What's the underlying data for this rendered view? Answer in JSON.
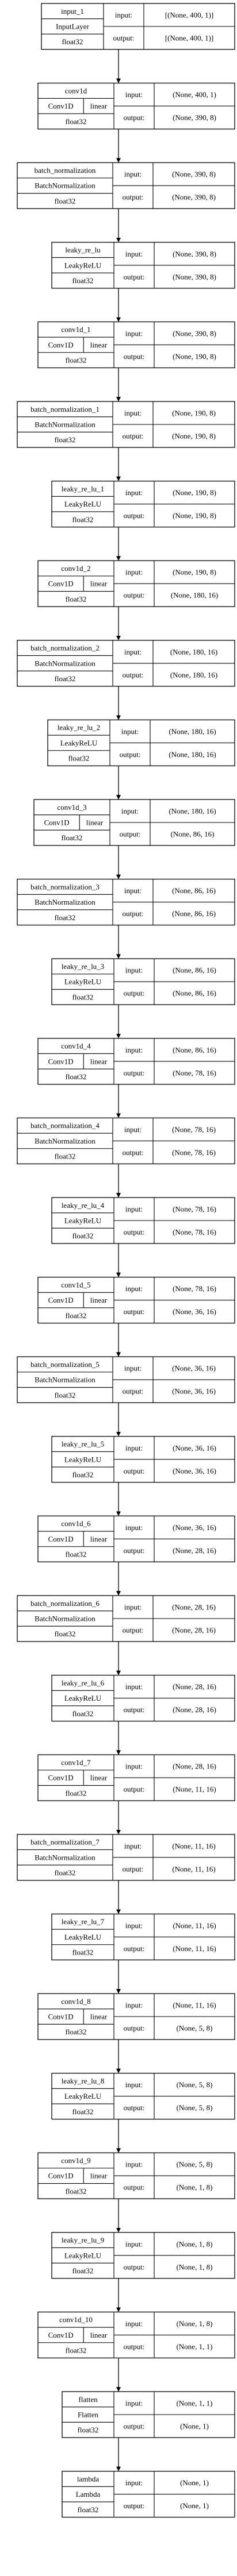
{
  "nodes": [
    {
      "name": "input_1",
      "type": "InputLayer",
      "dtype": "float32",
      "input_label": "input:",
      "input_shape": "[(None, 400, 1)]",
      "output_label": "output:",
      "output_shape": "[(None, 400, 1)]"
    },
    {
      "name": "conv1d",
      "type": "Conv1D",
      "activation": "linear",
      "dtype": "float32",
      "input_label": "input:",
      "input_shape": "(None, 400, 1)",
      "output_label": "output:",
      "output_shape": "(None, 390, 8)"
    },
    {
      "name": "batch_normalization",
      "type": "BatchNormalization",
      "dtype": "float32",
      "input_label": "input:",
      "input_shape": "(None, 390, 8)",
      "output_label": "output:",
      "output_shape": "(None, 390, 8)"
    },
    {
      "name": "leaky_re_lu",
      "type": "LeakyReLU",
      "dtype": "float32",
      "input_label": "input:",
      "input_shape": "(None, 390, 8)",
      "output_label": "output:",
      "output_shape": "(None, 390, 8)"
    },
    {
      "name": "conv1d_1",
      "type": "Conv1D",
      "activation": "linear",
      "dtype": "float32",
      "input_label": "input:",
      "input_shape": "(None, 390, 8)",
      "output_label": "output:",
      "output_shape": "(None, 190, 8)"
    },
    {
      "name": "batch_normalization_1",
      "type": "BatchNormalization",
      "dtype": "float32",
      "input_label": "input:",
      "input_shape": "(None, 190, 8)",
      "output_label": "output:",
      "output_shape": "(None, 190, 8)"
    },
    {
      "name": "leaky_re_lu_1",
      "type": "LeakyReLU",
      "dtype": "float32",
      "input_label": "input:",
      "input_shape": "(None, 190, 8)",
      "output_label": "output:",
      "output_shape": "(None, 190, 8)"
    },
    {
      "name": "conv1d_2",
      "type": "Conv1D",
      "activation": "linear",
      "dtype": "float32",
      "input_label": "input:",
      "input_shape": "(None, 190, 8)",
      "output_label": "output:",
      "output_shape": "(None, 180, 16)"
    },
    {
      "name": "batch_normalization_2",
      "type": "BatchNormalization",
      "dtype": "float32",
      "input_label": "input:",
      "input_shape": "(None, 180, 16)",
      "output_label": "output:",
      "output_shape": "(None, 180, 16)"
    },
    {
      "name": "leaky_re_lu_2",
      "type": "LeakyReLU",
      "dtype": "float32",
      "input_label": "input:",
      "input_shape": "(None, 180, 16)",
      "output_label": "output:",
      "output_shape": "(None, 180, 16)"
    },
    {
      "name": "conv1d_3",
      "type": "Conv1D",
      "activation": "linear",
      "dtype": "float32",
      "input_label": "input:",
      "input_shape": "(None, 180, 16)",
      "output_label": "output:",
      "output_shape": "(None, 86, 16)"
    },
    {
      "name": "batch_normalization_3",
      "type": "BatchNormalization",
      "dtype": "float32",
      "input_label": "input:",
      "input_shape": "(None, 86, 16)",
      "output_label": "output:",
      "output_shape": "(None, 86, 16)"
    },
    {
      "name": "leaky_re_lu_3",
      "type": "LeakyReLU",
      "dtype": "float32",
      "input_label": "input:",
      "input_shape": "(None, 86, 16)",
      "output_label": "output:",
      "output_shape": "(None, 86, 16)"
    },
    {
      "name": "conv1d_4",
      "type": "Conv1D",
      "activation": "linear",
      "dtype": "float32",
      "input_label": "input:",
      "input_shape": "(None, 86, 16)",
      "output_label": "output:",
      "output_shape": "(None, 78, 16)"
    },
    {
      "name": "batch_normalization_4",
      "type": "BatchNormalization",
      "dtype": "float32",
      "input_label": "input:",
      "input_shape": "(None, 78, 16)",
      "output_label": "output:",
      "output_shape": "(None, 78, 16)"
    },
    {
      "name": "leaky_re_lu_4",
      "type": "LeakyReLU",
      "dtype": "float32",
      "input_label": "input:",
      "input_shape": "(None, 78, 16)",
      "output_label": "output:",
      "output_shape": "(None, 78, 16)"
    },
    {
      "name": "conv1d_5",
      "type": "Conv1D",
      "activation": "linear",
      "dtype": "float32",
      "input_label": "input:",
      "input_shape": "(None, 78, 16)",
      "output_label": "output:",
      "output_shape": "(None, 36, 16)"
    },
    {
      "name": "batch_normalization_5",
      "type": "BatchNormalization",
      "dtype": "float32",
      "input_label": "input:",
      "input_shape": "(None, 36, 16)",
      "output_label": "output:",
      "output_shape": "(None, 36, 16)"
    },
    {
      "name": "leaky_re_lu_5",
      "type": "LeakyReLU",
      "dtype": "float32",
      "input_label": "input:",
      "input_shape": "(None, 36, 16)",
      "output_label": "output:",
      "output_shape": "(None, 36, 16)"
    },
    {
      "name": "conv1d_6",
      "type": "Conv1D",
      "activation": "linear",
      "dtype": "float32",
      "input_label": "input:",
      "input_shape": "(None, 36, 16)",
      "output_label": "output:",
      "output_shape": "(None, 28, 16)"
    },
    {
      "name": "batch_normalization_6",
      "type": "BatchNormalization",
      "dtype": "float32",
      "input_label": "input:",
      "input_shape": "(None, 28, 16)",
      "output_label": "output:",
      "output_shape": "(None, 28, 16)"
    },
    {
      "name": "leaky_re_lu_6",
      "type": "LeakyReLU",
      "dtype": "float32",
      "input_label": "input:",
      "input_shape": "(None, 28, 16)",
      "output_label": "output:",
      "output_shape": "(None, 28, 16)"
    },
    {
      "name": "conv1d_7",
      "type": "Conv1D",
      "activation": "linear",
      "dtype": "float32",
      "input_label": "input:",
      "input_shape": "(None, 28, 16)",
      "output_label": "output:",
      "output_shape": "(None, 11, 16)"
    },
    {
      "name": "batch_normalization_7",
      "type": "BatchNormalization",
      "dtype": "float32",
      "input_label": "input:",
      "input_shape": "(None, 11, 16)",
      "output_label": "output:",
      "output_shape": "(None, 11, 16)"
    },
    {
      "name": "leaky_re_lu_7",
      "type": "LeakyReLU",
      "dtype": "float32",
      "input_label": "input:",
      "input_shape": "(None, 11, 16)",
      "output_label": "output:",
      "output_shape": "(None, 11, 16)"
    },
    {
      "name": "conv1d_8",
      "type": "Conv1D",
      "activation": "linear",
      "dtype": "float32",
      "input_label": "input:",
      "input_shape": "(None, 11, 16)",
      "output_label": "output:",
      "output_shape": "(None, 5, 8)"
    },
    {
      "name": "leaky_re_lu_8",
      "type": "LeakyReLU",
      "dtype": "float32",
      "input_label": "input:",
      "input_shape": "(None, 5, 8)",
      "output_label": "output:",
      "output_shape": "(None, 5, 8)"
    },
    {
      "name": "conv1d_9",
      "type": "Conv1D",
      "activation": "linear",
      "dtype": "float32",
      "input_label": "input:",
      "input_shape": "(None, 5, 8)",
      "output_label": "output:",
      "output_shape": "(None, 1, 8)"
    },
    {
      "name": "leaky_re_lu_9",
      "type": "LeakyReLU",
      "dtype": "float32",
      "input_label": "input:",
      "input_shape": "(None, 1, 8)",
      "output_label": "output:",
      "output_shape": "(None, 1, 8)"
    },
    {
      "name": "conv1d_10",
      "type": "Conv1D",
      "activation": "linear",
      "dtype": "float32",
      "input_label": "input:",
      "input_shape": "(None, 1, 8)",
      "output_label": "output:",
      "output_shape": "(None, 1, 1)"
    },
    {
      "name": "flatten",
      "type": "Flatten",
      "dtype": "float32",
      "input_label": "input:",
      "input_shape": "(None, 1, 1)",
      "output_label": "output:",
      "output_shape": "(None, 1)"
    },
    {
      "name": "lambda",
      "type": "Lambda",
      "dtype": "float32",
      "input_label": "input:",
      "input_shape": "(None, 1)",
      "output_label": "output:",
      "output_shape": "(None, 1)"
    }
  ],
  "colors": {
    "stroke": "#000000",
    "background": "#ffffff",
    "text": "#000000"
  }
}
